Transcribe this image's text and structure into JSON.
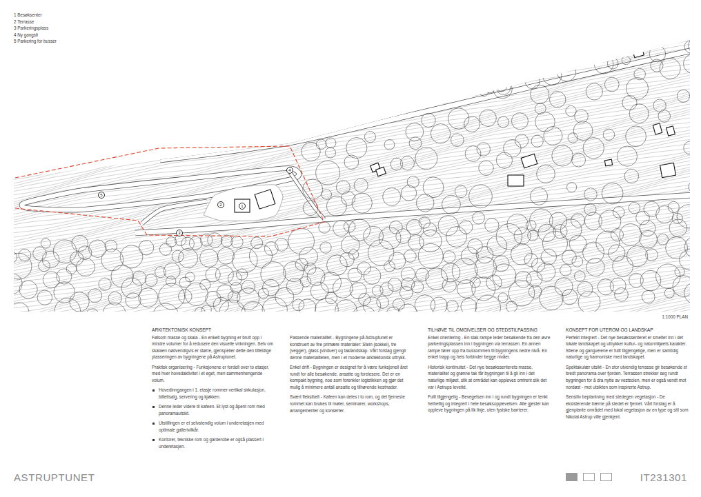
{
  "diagram": {
    "title": "ASTRUPTUNET",
    "nodes": [
      {
        "text": [
          "4"
        ]
      },
      {
        "text": [
          "5"
        ]
      },
      {
        "text": [
          "2"
        ]
      },
      {
        "text": [
          "1"
        ]
      },
      {
        "text": [
          "3"
        ]
      }
    ],
    "labels": [
      "1 Besøksenter",
      "2 Terrasse",
      "3 Parkeringsplass",
      "4 Ny gangsti",
      "5 Parkering for busser",
      "1:1000 PLAN",
      "ARKITEKTONISK KONSEPT",
      "Følsom masse og skala - En enkelt bygning er brutt opp i mindre volumer for å redusere den visuelle virkningen. Selv om skalaen nødvendigvis er større, gjenspeiler dette den tilfeldige plasseringen av bygningene på Astruptunet.",
      "Praktisk organisering - Funksjonene er fordelt over to etasjer, med hver hovedaktivitet i et eget, men sammenhengende volum.",
      "Hovedinngangen i 1. etasje rommer vertikal sirkulasjon, billettsalg, servering og kjøkken.",
      "Denne leder videre til kafeen. Et lyst og åpent rom med panoramautsikt.",
      "Utstillingen er et selvstendig volum i underetasjen med optimale gallerivilkår.",
      "Kontorer, tekniske rom og garderobe er også plassert i underetasjen.",
      "Passende materialitet - Bygningene på Astruptunet er konstruert av fire primære materialer: Stein (sokkel), tre (vegger), glass (vinduer) og taklandskap. Vårt forslag gjengir denne materialiteten, men i et moderne arkitektonisk uttrykk.",
      "Enkel drift - Bygningen er designet for å være funksjonell året rundt for alle besøkende, ansatte og forelesere. Det er en kompakt bygning, noe som forenkler logistikken og gjør det mulig å minimere antall ansatte og tilhørende kostnader.",
      "Svært fleksibelt - Kafeen kan deles i to rom, og det fjerneste rommet kan brukes til møter, seminarer, workshops, arrangementer og konserter.",
      "TILHØVE TIL OMGIVELSER OG STEDSTILPASSING",
      "Enkel orientering - En slak rampe leder besøkende fra den øvre parkeringsplassen inn i bygningen via terrassen. En annen rampe fører opp fra bussommen til bygningens nedre nivå. En enkel trapp og heis forbinder begge nivåer.",
      "Historisk kontinuitet - Det nye besøkssenterets masse, materialitet og grønne tak får bygningen til å gli inn i det naturlige miljøet, slik at området kan oppleves omtrent slik det var i Astrups levetid.",
      "Fullt tilgjengelig - Bevegelsen inn i og rundt bygningen er tenkt helhetlig og integrert i hele besøksopplevelsen. Alle gjester kan oppleve bygningen på lik linje, uten fysiske barrierer.",
      "KONSEPT FOR UTEROM OG LANDSKAP",
      "Perfekt integrert - Det nye besøkssenteret er smeltet inn i det lokale landskapet og uttrykker kultur- og naturmiljøets karakter. Stiene og gangveiene er fullt tilgjengelige, men er samtidig naturlige og harmoniske med landskapet.",
      "Spektakulær utsikt - En stor utvendig terrasse gir besøkende et bredt panorama over fjorden. Terrassen strekker seg rundt bygningen for å dra nytte av vestsolen, men er også vendt mot nordøst - mot utsikten som inspirerte Astrup.",
      "Sensitiv beplantning med stedegen vegetasjon - De eksisterende trærne på stedet er fjernet. Vårt forslag er å gjenplante området med lokal vegetasjon av en type og stil som Nikolai Astrup ville gjenkjent.",
      "IT231301"
    ]
  }
}
